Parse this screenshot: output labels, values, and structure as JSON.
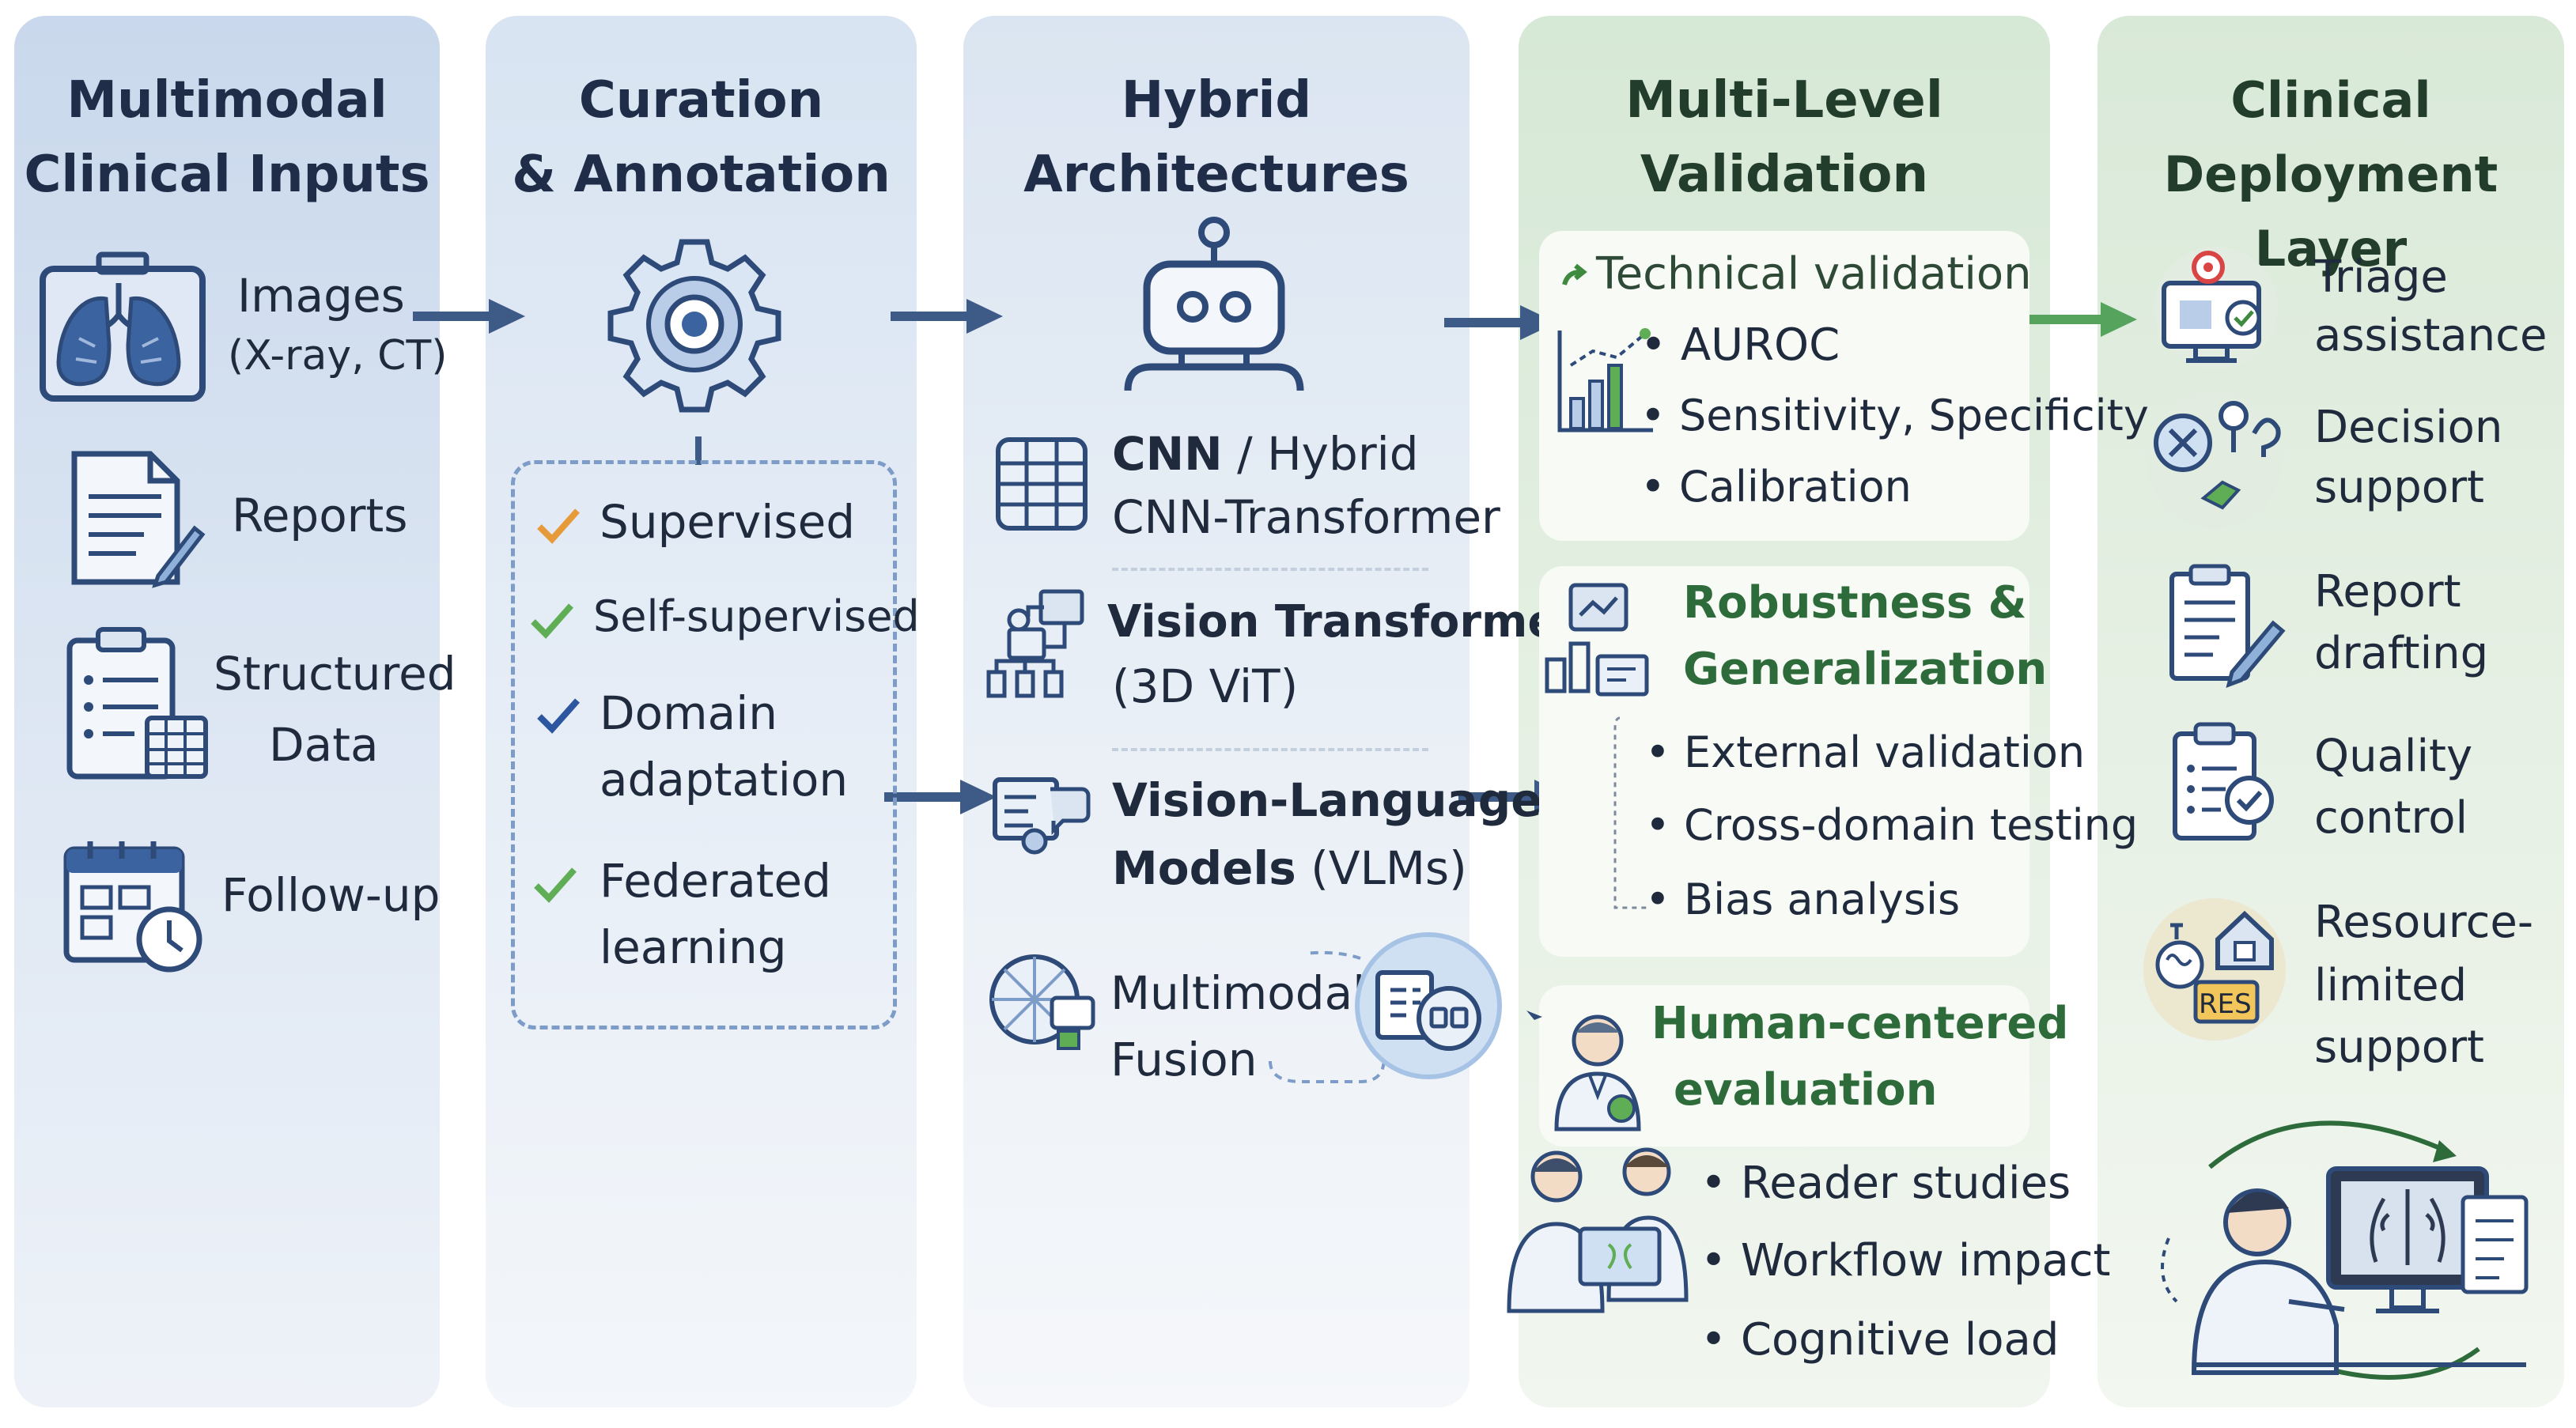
{
  "columns": {
    "inputs": {
      "title_line1": "Multimodal",
      "title_line2": "Clinical Inputs",
      "items": {
        "images": {
          "line1": "Images",
          "line2": "(X-ray, CT)"
        },
        "reports": {
          "label": "Reports"
        },
        "structured": {
          "line1": "Structured",
          "line2": "Data"
        },
        "followup": {
          "label": "Follow-up"
        }
      }
    },
    "curation": {
      "title_line1": "Curation",
      "title_line2": "& Annotation",
      "items": {
        "supervised": "Supervised",
        "self_supervised": "Self-supervised",
        "domain_line1": "Domain",
        "domain_line2": "adaptation",
        "federated_line1": "Federated",
        "federated_line2": "learning"
      }
    },
    "architectures": {
      "title_line1": "Hybrid",
      "title_line2": "Architectures",
      "items": {
        "cnn_bold": "CNN",
        "cnn_rest": " / Hybrid",
        "cnn_line2": "CNN-Transformer",
        "vit_line1": "Vision Transformers",
        "vit_line2": "(3D ViT)",
        "vlm_line1": "Vision-Language",
        "vlm_line2_bold": "Models",
        "vlm_line2_rest": " (VLMs)",
        "fusion_line1": "Multimodal",
        "fusion_line2": "Fusion"
      }
    },
    "validation": {
      "title_line1": "Multi-Level",
      "title_line2": "Validation",
      "technical": {
        "title": "Technical validation",
        "bullets": [
          "AUROC",
          "Sensitivity, Specificity",
          "Calibration"
        ]
      },
      "robustness": {
        "title_line1": "Robustness &",
        "title_line2": "Generalization",
        "bullets": [
          "External validation",
          "Cross-domain testing",
          "Bias analysis"
        ]
      },
      "human": {
        "title_line1": "Human-centered",
        "title_line2": "evaluation",
        "bullets": [
          "Reader studies",
          "Workflow impact",
          "Cognitive load"
        ]
      }
    },
    "deployment": {
      "title_line1": "Clinical",
      "title_line2": "Deployment Layer",
      "items": {
        "triage_line1": "Triage",
        "triage_line2": "assistance",
        "decision_line1": "Decision",
        "decision_line2": "support",
        "report_line1": "Report",
        "report_line2": "drafting",
        "quality_line1": "Quality",
        "quality_line2": "control",
        "resource_line1": "Resource-",
        "resource_line2": "limited",
        "resource_line3": "support",
        "res_badge": "RES"
      }
    }
  },
  "colors": {
    "navy": "#2d4a78",
    "check_orange": "#e79a3a",
    "check_green": "#5fae55",
    "check_blue": "#2d56a0",
    "validation_green": "#2e6b3a",
    "arrow_green": "#55a35c"
  }
}
